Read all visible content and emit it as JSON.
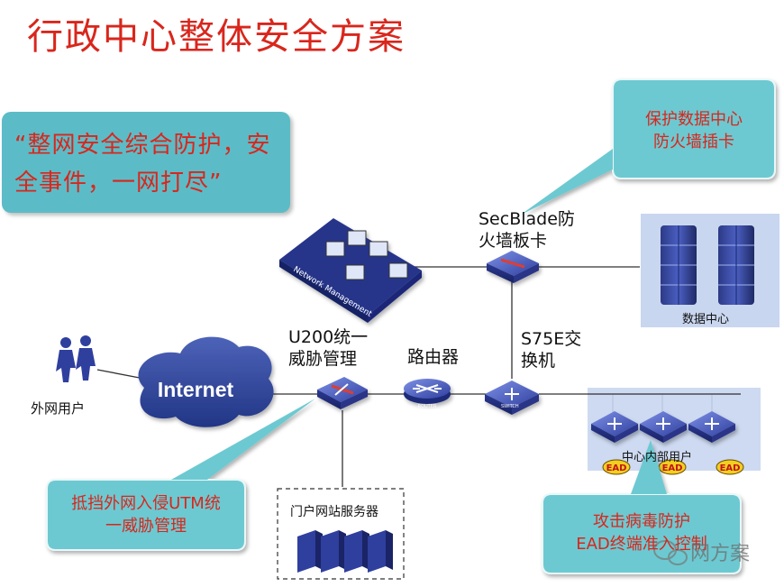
{
  "page": {
    "title": "行政中心整体安全方案"
  },
  "slogan": {
    "line1": "“整网安全综合防护，安",
    "line2": "全事件，一网打尽”"
  },
  "callouts": {
    "firewall_card": {
      "line1": "保护数据中心",
      "line2": "防火墙插卡"
    },
    "utm": {
      "line1": "抵挡外网入侵UTM统",
      "line2": "一威胁管理"
    },
    "ead": {
      "line1": "攻击病毒防护",
      "line2": "EAD终端准入控制"
    }
  },
  "nodes": {
    "external_users": "外网用户",
    "internet": "Internet",
    "network_management": "Network Management",
    "utm_line1": "U200统一",
    "utm_line2": "威胁管理",
    "router": "路由器",
    "secblade_line1": "SecBlade防",
    "secblade_line2": "火墙板卡",
    "s75e_line1": "S75E交",
    "s75e_line2": "换机",
    "data_center": "数据中心",
    "internal_users": "中心内部用户",
    "portal_server": "门户网站服务器",
    "ead_badge": "EAD",
    "device_router_tag": "ROUTER",
    "device_switch_tag": "SWITCH"
  },
  "watermark": "网方案",
  "colors": {
    "title_red": "#d9261c",
    "slogan_bg": "#5bbcc7",
    "callout_bg": "#6cc9d1",
    "callout_border": "#e9f7f8",
    "device_blue": "#3f51b5",
    "panel_blue": "#c9d6ef",
    "ead_yellow": "#f2cf1f"
  }
}
